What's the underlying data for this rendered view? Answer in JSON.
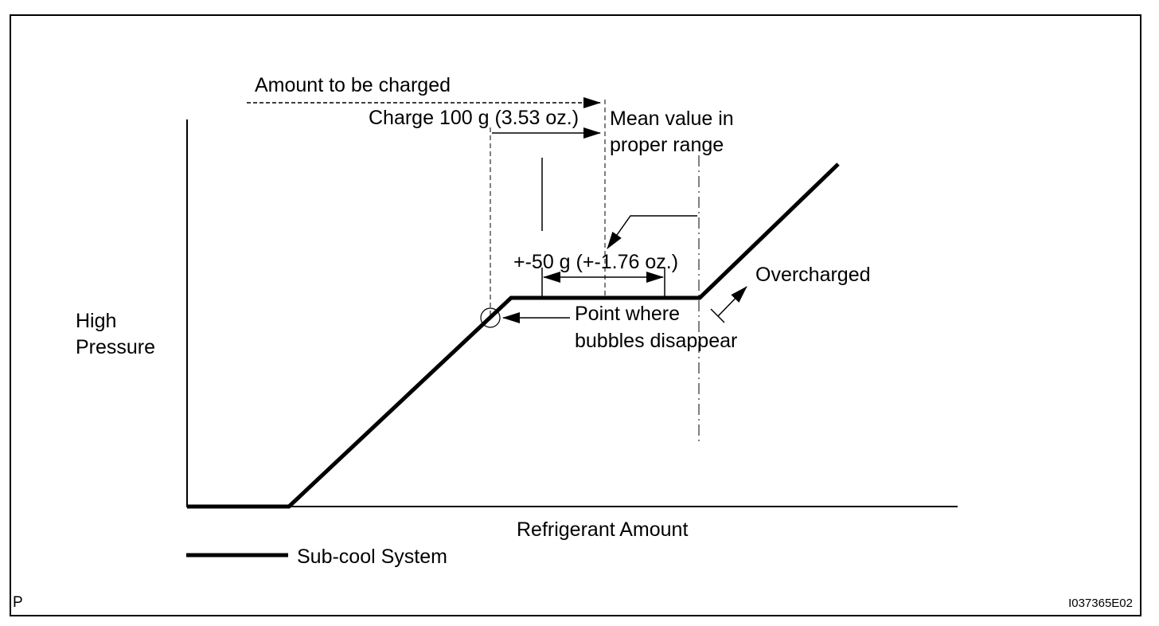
{
  "labels": {
    "amount_to_be_charged": "Amount to be charged",
    "charge_100g": "Charge 100 g (3.53 oz.)",
    "mean_value_line1": "Mean value in",
    "mean_value_line2": "proper range",
    "plus_minus_50g": "+-50 g (+-1.76 oz.)",
    "overcharged": "Overcharged",
    "point_line1": "Point where",
    "point_line2": "bubbles disappear",
    "y_axis_line1": "High",
    "y_axis_line2": "Pressure",
    "x_axis": "Refrigerant Amount",
    "legend_subcool": "Sub-cool System",
    "corner_p": "P",
    "figure_id": "I037365E02"
  },
  "colors": {
    "line": "#000000",
    "background": "#ffffff"
  }
}
